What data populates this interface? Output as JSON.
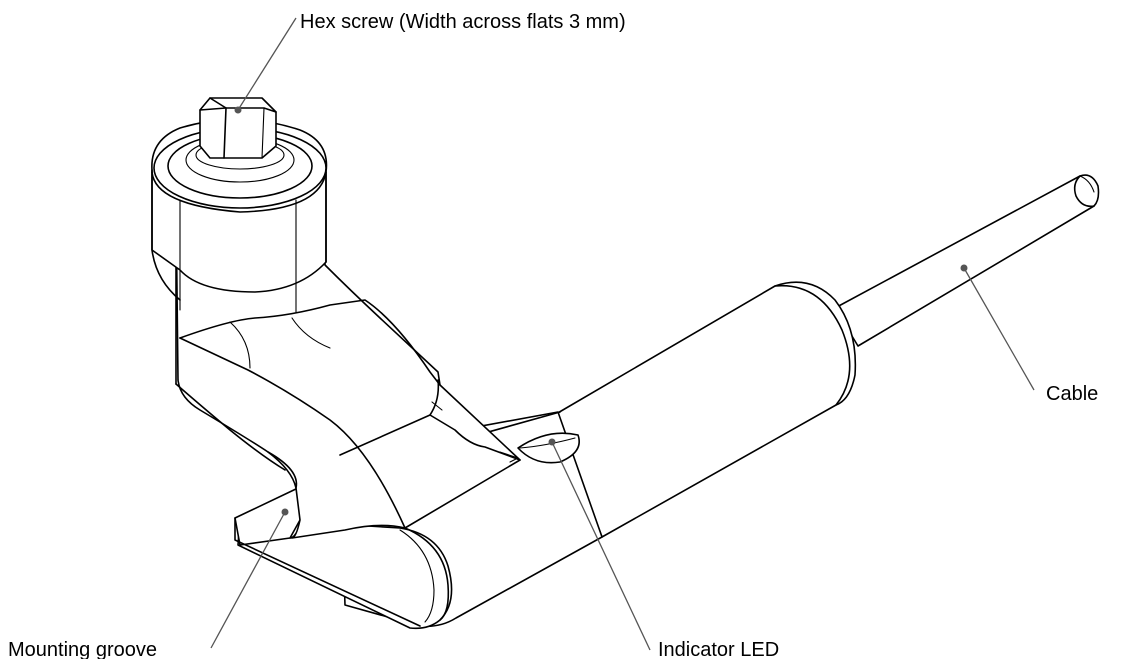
{
  "labels": {
    "hex_screw": "Hex screw (Width across flats 3 mm)",
    "cable": "Cable",
    "indicator_led": "Indicator LED",
    "mounting_groove": "Mounting groove"
  },
  "colors": {
    "outline": "#000000",
    "leader": "#555555",
    "background": "#ffffff"
  }
}
